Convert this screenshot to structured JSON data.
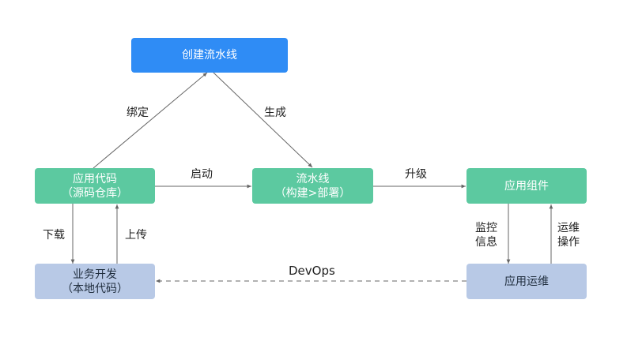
{
  "nodes": {
    "create_pipeline": {
      "line1": "创建流水线",
      "color": "#2f8cf5"
    },
    "app_code": {
      "line1": "应用代码",
      "line2": "（源码仓库）",
      "color": "#5cc9a0"
    },
    "pipeline": {
      "line1": "流水线",
      "line2": "（构建>部署）",
      "color": "#5cc9a0"
    },
    "app_component": {
      "line1": "应用组件",
      "color": "#5cc9a0"
    },
    "business_dev": {
      "line1": "业务开发",
      "line2": "（本地代码）",
      "color": "#b8c9e6"
    },
    "app_ops": {
      "line1": "应用运维",
      "color": "#b8c9e6"
    }
  },
  "edges": {
    "bind": "绑定",
    "generate": "生成",
    "start": "启动",
    "upgrade": "升级",
    "download": "下载",
    "upload": "上传",
    "monitor_line1": "监控",
    "monitor_line2": "信息",
    "ops_line1": "运维",
    "ops_line2": "操作",
    "devops": "DevOps"
  },
  "colors": {
    "arrow": "#666666"
  }
}
